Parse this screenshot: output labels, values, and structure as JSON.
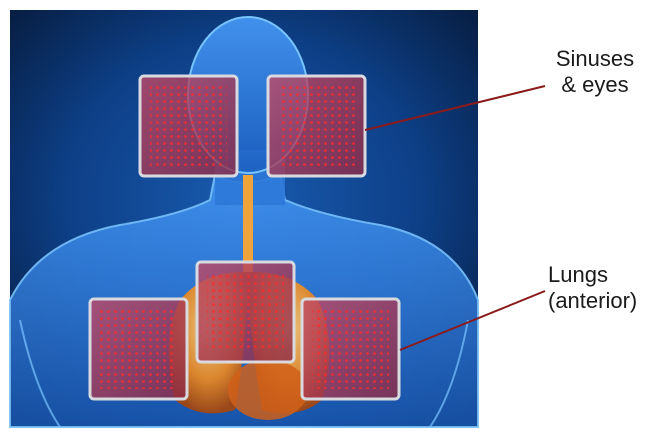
{
  "labels": {
    "sinuses": {
      "line1": "Sinuses",
      "line2": "& eyes"
    },
    "lungs": {
      "line1": "Lungs",
      "line2": "(anterior)"
    }
  },
  "colors": {
    "background_dark": "#061a3a",
    "background_mid": "#0d3f86",
    "body_glow": "#2f7fe0",
    "body_edge": "#79c3ff",
    "organ_orange": "#f08a1e",
    "organ_light": "#ffc25a",
    "pad_fill": "#b23a52",
    "pad_border": "#d9d9e0",
    "led_red": "#ff2a2a",
    "callout_line": "#8b1a1a"
  },
  "pads": [
    {
      "region": "sinuses-left"
    },
    {
      "region": "sinuses-right"
    },
    {
      "region": "lungs-center"
    },
    {
      "region": "lungs-left"
    },
    {
      "region": "lungs-right"
    }
  ]
}
